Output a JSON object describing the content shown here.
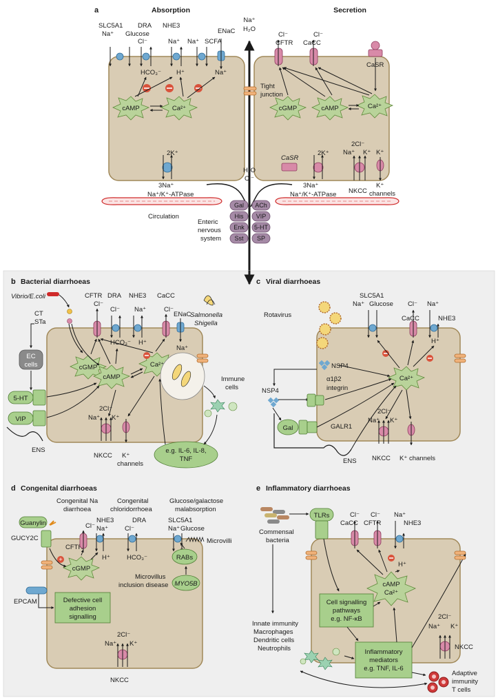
{
  "colors": {
    "cell_fill": "#d9ccb4",
    "cell_stroke": "#a08858",
    "panel_bg": "#efefef",
    "transporter_blue": "#6fa8d0",
    "channel_pink": "#d88aa8",
    "star_green": "#b9d39a",
    "box_green": "#a8cf8c",
    "ens_purple": "#a58aa6",
    "vessel_red": "#cf2a2a"
  },
  "panel_a": {
    "letter": "a",
    "absorption_title": "Absorption",
    "secretion_title": "Secretion",
    "top_na": "Na⁺",
    "top_h2o": "H₂O",
    "slc5a1": "SLC5A1",
    "glucose": "Glucose",
    "na": "Na⁺",
    "dra": "DRA",
    "cl": "Cl⁻",
    "nhe3": "NHE3",
    "scfa": "SCFA",
    "enac": "ENaC",
    "hco3": "HCO₃⁻",
    "hplus": "H⁺",
    "camp": "cAMP",
    "ca": "Ca²⁺",
    "cgmp": "cGMP",
    "tight_junction_1": "Tight",
    "tight_junction_2": "junction",
    "cftr": "CFTR",
    "cacc": "CaCC",
    "casr": "CaSR",
    "two_k": "2K⁺",
    "three_na": "3Na⁺",
    "atpase": "Na⁺/K⁺-ATPase",
    "h2o": "H₂O",
    "two_cl": "2Cl⁻",
    "kplus": "K⁺",
    "nkcc": "NKCC",
    "k_channels_1": "K⁺",
    "k_channels_2": "channels",
    "circulation": "Circulation",
    "ens_1": "Enteric",
    "ens_2": "nervous",
    "ens_3": "system",
    "gal": "Gal",
    "his": "His",
    "enk": "Enk",
    "sst": "Sst",
    "ach": "ACh",
    "vip": "VIP",
    "ht5": "5-HT",
    "sp": "SP",
    "minus": "−"
  },
  "panel_b": {
    "letter": "b",
    "title": "Bacterial diarrhoeas",
    "vibrio": "Vibrio/E.coli",
    "ct": "CT",
    "sta": "STa",
    "cftr": "CFTR",
    "dra": "DRA",
    "nhe3": "NHE3",
    "cacc": "CaCC",
    "enac": "ENaC",
    "cl": "Cl⁻",
    "na": "Na⁺",
    "hco3": "HCO₃⁻",
    "hplus": "H⁺",
    "salmonella": "Salmonella",
    "shigella": "Shigella",
    "ec_1": "EC",
    "ec_2": "cells",
    "cgmp": "cGMP",
    "camp": "cAMP",
    "ca": "Ca²⁺",
    "ht5": "5-HT",
    "vip": "VIP",
    "immune_1": "Immune",
    "immune_2": "cells",
    "two_cl": "2Cl⁻",
    "kplus": "K⁺",
    "nkcc": "NKCC",
    "k_channels_1": "K⁺",
    "k_channels_2": "channels",
    "ens": "ENS",
    "cyto_1": "e.g. IL-6, IL-8,",
    "cyto_2": "TNF"
  },
  "panel_c": {
    "letter": "c",
    "title": "Viral diarrhoeas",
    "rotavirus": "Rotavirus",
    "slc5a1": "SLC5A1",
    "na": "Na⁺",
    "glucose": "Glucose",
    "cl": "Cl⁻",
    "nhe3": "NHE3",
    "cacc": "CaCC",
    "hplus": "H⁺",
    "nsp4": "NSP4",
    "integrin_1": "α1β2",
    "integrin_2": "integrin",
    "ca": "Ca²⁺",
    "gal": "Gal",
    "galr1": "GALR1",
    "two_cl": "2Cl⁻",
    "kplus": "K⁺",
    "ens": "ENS",
    "nkcc": "NKCC",
    "k_channels": "K⁺ channels"
  },
  "panel_d": {
    "letter": "d",
    "title": "Congenital diarrhoeas",
    "cna_1": "Congenital Na",
    "cna_2": "diarrhoea",
    "ccl_1": "Congenital",
    "ccl_2": "chloridorrhoea",
    "ggm_1": "Glucose/galactose",
    "ggm_2": "malabsorption",
    "nhe3": "NHE3",
    "dra": "DRA",
    "slc5a1": "SLC5A1",
    "guanylin": "Guanylin",
    "gucy2c": "GUCY2C",
    "cftr": "CFTR",
    "cl": "Cl⁻",
    "na": "Na⁺",
    "glucose": "Glucose",
    "hplus": "H⁺",
    "hco3": "HCO₃⁻",
    "microvilli": "Microvilli",
    "rabs": "RABs",
    "cgmp": "cGMP",
    "mvid_1": "Microvillus",
    "mvid_2": "inclusion disease",
    "myo5b": "MYO5B",
    "epcam": "EPCAM",
    "defect_1": "Defective cell",
    "defect_2": "adhesion",
    "defect_3": "signalling",
    "two_cl": "2Cl⁻",
    "kplus": "K⁺",
    "nkcc": "NKCC",
    "plus": "+"
  },
  "panel_e": {
    "letter": "e",
    "title": "Inflammatory diarrhoeas",
    "commensal_1": "Commensal",
    "commensal_2": "bacteria",
    "tlrs": "TLRs",
    "cacc": "CaCC",
    "cftr": "CFTR",
    "nhe3": "NHE3",
    "cl": "Cl⁻",
    "na": "Na⁺",
    "hplus": "H⁺",
    "camp": "cAMP",
    "ca": "Ca²⁺",
    "csp_1": "Cell signalling",
    "csp_2": "pathways",
    "csp_3": "e.g. NF-κB",
    "innate_1": "Innate immunity",
    "innate_2": "Macrophages",
    "innate_3": "Dendritic cells",
    "innate_4": "Neutrophils",
    "infl_1": "Inflammatory",
    "infl_2": "mediators",
    "infl_3": "e.g. TNF, IL-6",
    "two_cl": "2Cl⁻",
    "kplus": "K⁺",
    "nkcc": "NKCC",
    "adaptive_1": "Adaptive",
    "adaptive_2": "immunity",
    "adaptive_3": "T cells"
  }
}
